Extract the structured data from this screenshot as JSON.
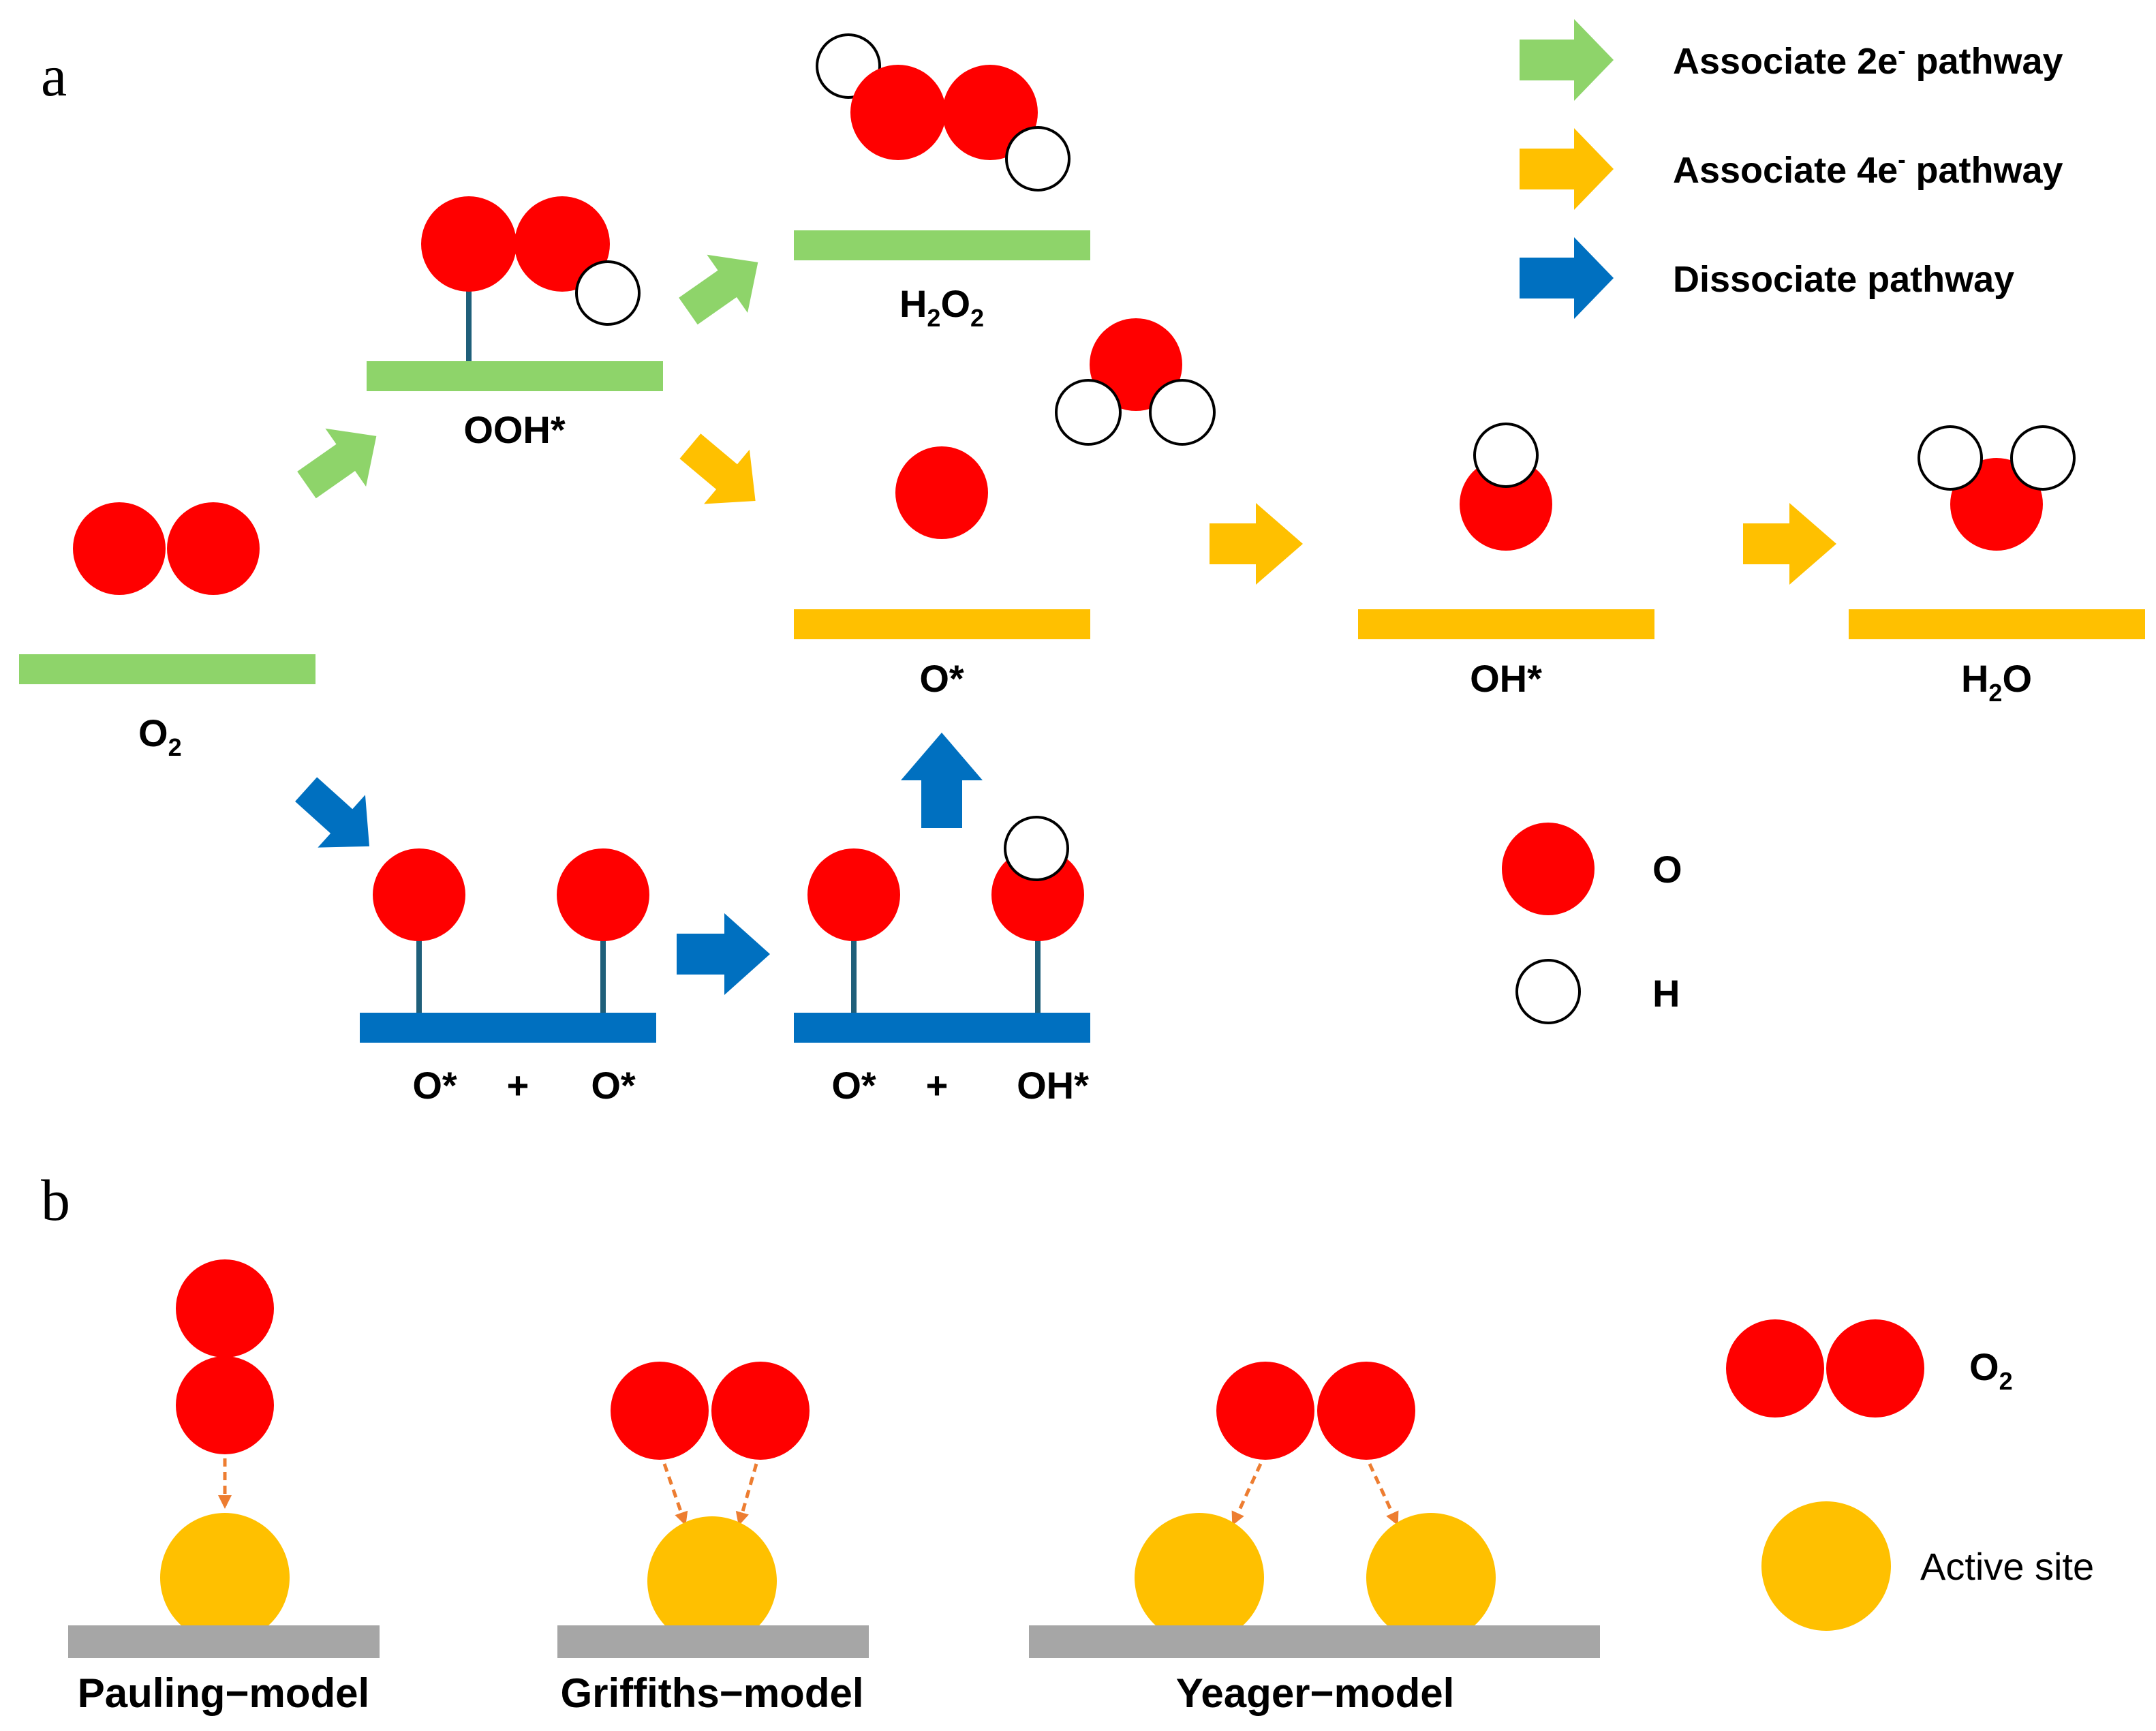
{
  "panel_a": {
    "letter": "a",
    "legend": {
      "items": [
        {
          "label_main": "Associate 2e",
          "label_sup": "-",
          "label_tail": " pathway",
          "color": "#8ed46a"
        },
        {
          "label_main": "Associate 4e",
          "label_sup": "-",
          "label_tail": " pathway",
          "color": "#ffc000"
        },
        {
          "label_main": "Dissociate pathway",
          "label_sup": "",
          "label_tail": "",
          "color": "#0070c0"
        }
      ],
      "atoms": [
        {
          "label": "O",
          "color": "#ff0000"
        },
        {
          "label": "H",
          "color": "#ffffff"
        }
      ]
    },
    "labels": {
      "o2": {
        "main": "O",
        "sub": "2"
      },
      "ooh": "OOH*",
      "h2o2": {
        "p1": "H",
        "s1": "2",
        "p2": "O",
        "s2": "2"
      },
      "o_star": "O*",
      "oh_star": "OH*",
      "h2o": {
        "p1": "H",
        "s1": "2",
        "p2": "O"
      },
      "dis1": {
        "left": "O*",
        "plus": "+",
        "right": "O*"
      },
      "dis2": {
        "left": "O*",
        "plus": "+",
        "right": "OH*"
      }
    }
  },
  "panel_b": {
    "letter": "b",
    "models": [
      "Pauling−model",
      "Griffiths−model",
      "Yeager−model"
    ],
    "legend": {
      "o2": {
        "main": "O",
        "sub": "2"
      },
      "active_site": "Active site"
    }
  },
  "colors": {
    "oxygen": "#ff0000",
    "hydrogen": "#ffffff",
    "green": "#8ed46a",
    "yellow": "#ffc000",
    "blue": "#0070c0",
    "stick": "#1f5f7a",
    "active_site": "#ffc000",
    "substrate": "#a6a6a6",
    "dash_arrow": "#ed7d31"
  }
}
